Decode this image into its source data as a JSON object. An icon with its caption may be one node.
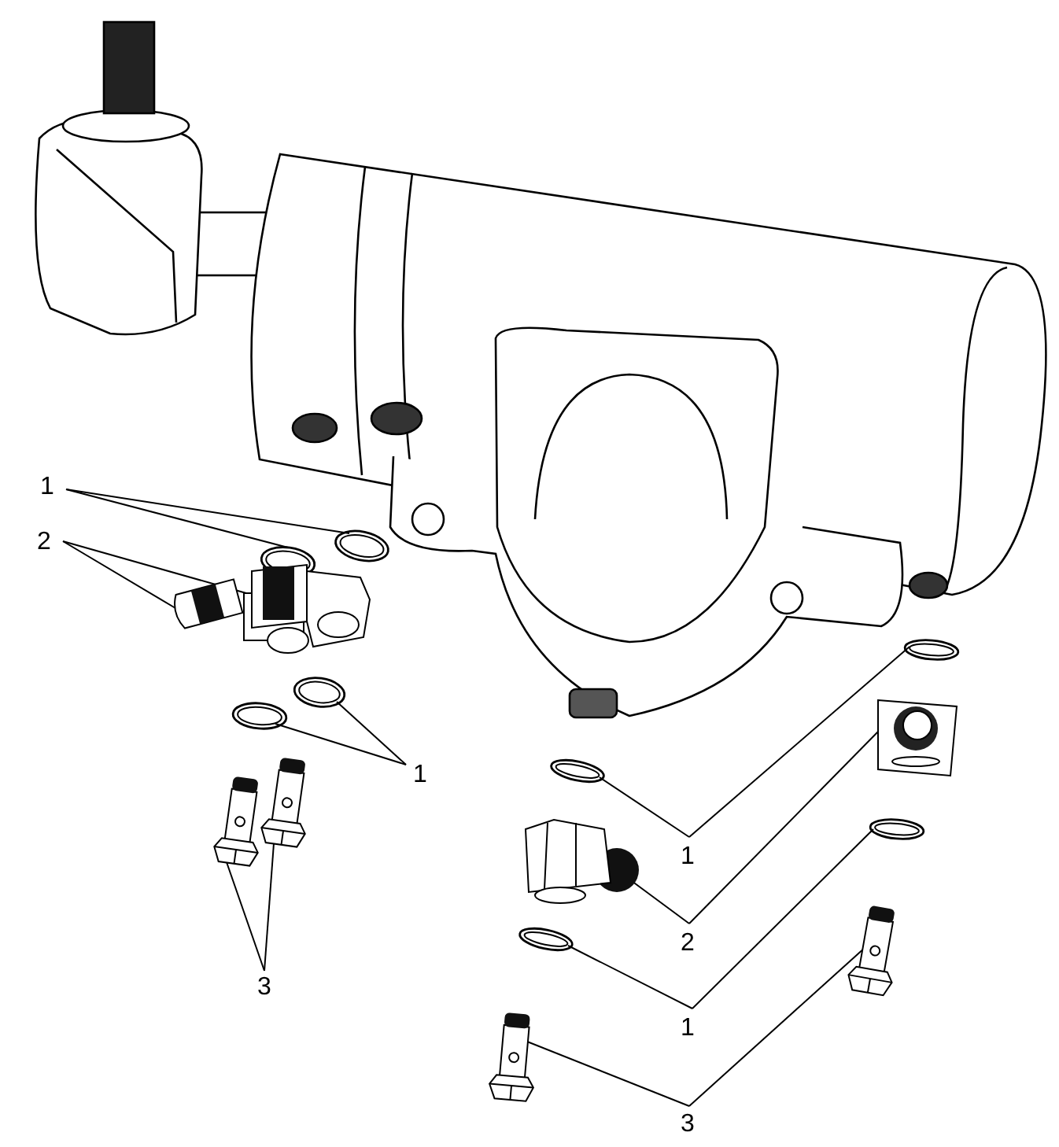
{
  "diagram": {
    "nodes": [
      {
        "text": [
          "1"
        ]
      },
      {
        "text": [],
        "shape": "ring"
      },
      {
        "text": [],
        "shape": "ring"
      },
      {
        "text": [
          "2"
        ]
      },
      {
        "text": [],
        "shape": "fitting"
      },
      {
        "text": [],
        "shape": "fitting"
      },
      {
        "text": [
          "1"
        ]
      },
      {
        "text": [],
        "shape": "ring"
      },
      {
        "text": [],
        "shape": "ring"
      },
      {
        "text": [
          "3"
        ]
      },
      {
        "text": [],
        "shape": "bolt"
      },
      {
        "text": [],
        "shape": "bolt"
      },
      {
        "text": [
          "1"
        ]
      },
      {
        "text": [],
        "shape": "ring"
      },
      {
        "text": [],
        "shape": "ring"
      },
      {
        "text": [
          "2"
        ]
      },
      {
        "text": [],
        "shape": "fitting"
      },
      {
        "text": [],
        "shape": "fitting"
      },
      {
        "text": [
          "1"
        ]
      },
      {
        "text": [],
        "shape": "ring"
      },
      {
        "text": [],
        "shape": "ring"
      },
      {
        "text": [
          "3"
        ]
      },
      {
        "text": [],
        "shape": "bolt"
      },
      {
        "text": [],
        "shape": "bolt"
      }
    ],
    "edges": [
      {
        "from": 0,
        "to": 1,
        "arrow": "none"
      },
      {
        "from": 0,
        "to": 2,
        "arrow": "none"
      },
      {
        "from": 3,
        "to": 4,
        "arrow": "none"
      },
      {
        "from": 3,
        "to": 5,
        "arrow": "none"
      },
      {
        "from": 6,
        "to": 7,
        "arrow": "none"
      },
      {
        "from": 6,
        "to": 8,
        "arrow": "none"
      },
      {
        "from": 9,
        "to": 10,
        "arrow": "none"
      },
      {
        "from": 9,
        "to": 11,
        "arrow": "none"
      },
      {
        "from": 12,
        "to": 13,
        "arrow": "none"
      },
      {
        "from": 12,
        "to": 14,
        "arrow": "none"
      },
      {
        "from": 15,
        "to": 16,
        "arrow": "none"
      },
      {
        "from": 15,
        "to": 17,
        "arrow": "none"
      },
      {
        "from": 18,
        "to": 19,
        "arrow": "none"
      },
      {
        "from": 18,
        "to": 20,
        "arrow": "none"
      },
      {
        "from": 21,
        "to": 22,
        "arrow": "none"
      },
      {
        "from": 21,
        "to": 23,
        "arrow": "none"
      }
    ]
  }
}
